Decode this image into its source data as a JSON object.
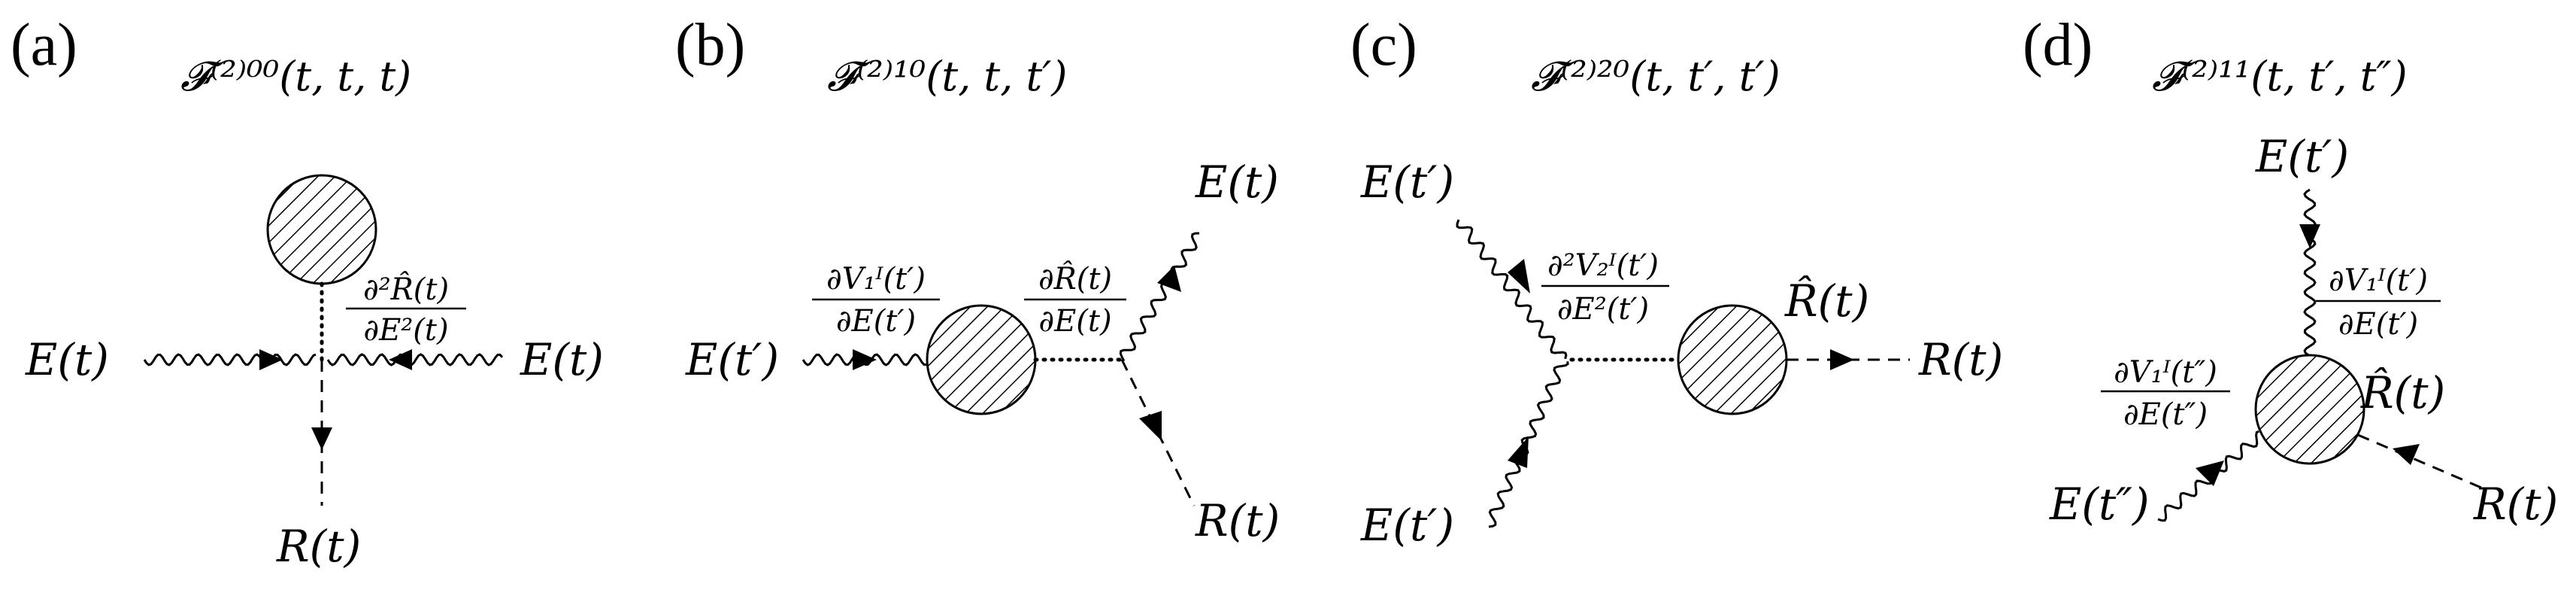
{
  "panels": [
    {
      "id": "a",
      "label": "(a)",
      "title": "𝓕⁽²⁾⁰⁰(t, t, t)",
      "vertex": {
        "num": "∂²R̂(t)",
        "den": "∂E²(t)"
      },
      "legs": [
        "E(t)",
        "E(t)",
        "R(t)"
      ]
    },
    {
      "id": "b",
      "label": "(b)",
      "title": "𝓕⁽²⁾¹⁰(t, t, t′)",
      "vertex_left": {
        "num": "∂V₁ᴵ(t′)",
        "den": "∂E(t′)"
      },
      "vertex_right": {
        "num": "∂R̂(t)",
        "den": "∂E(t)"
      },
      "legs": [
        "E(t′)",
        "E(t)",
        "R(t)"
      ]
    },
    {
      "id": "c",
      "label": "(c)",
      "title": "𝓕⁽²⁾²⁰(t, t′, t′)",
      "vertex": {
        "num": "∂²V₂ᴵ(t′)",
        "den": "∂E²(t′)"
      },
      "rhat": "R̂(t)",
      "legs": [
        "E(t′)",
        "E(t′)",
        "R(t)"
      ]
    },
    {
      "id": "d",
      "label": "(d)",
      "title": "𝓕⁽²⁾¹¹(t, t′, t″)",
      "vertex_top": {
        "num": "∂V₁ᴵ(t′)",
        "den": "∂E(t′)"
      },
      "vertex_left": {
        "num": "∂V₁ᴵ(t″)",
        "den": "∂E(t″)"
      },
      "rhat": "R̂(t)",
      "legs": [
        "E(t′)",
        "E(t″)",
        "R(t)"
      ]
    }
  ],
  "style": {
    "line_color": "#000000",
    "background": "#ffffff"
  }
}
